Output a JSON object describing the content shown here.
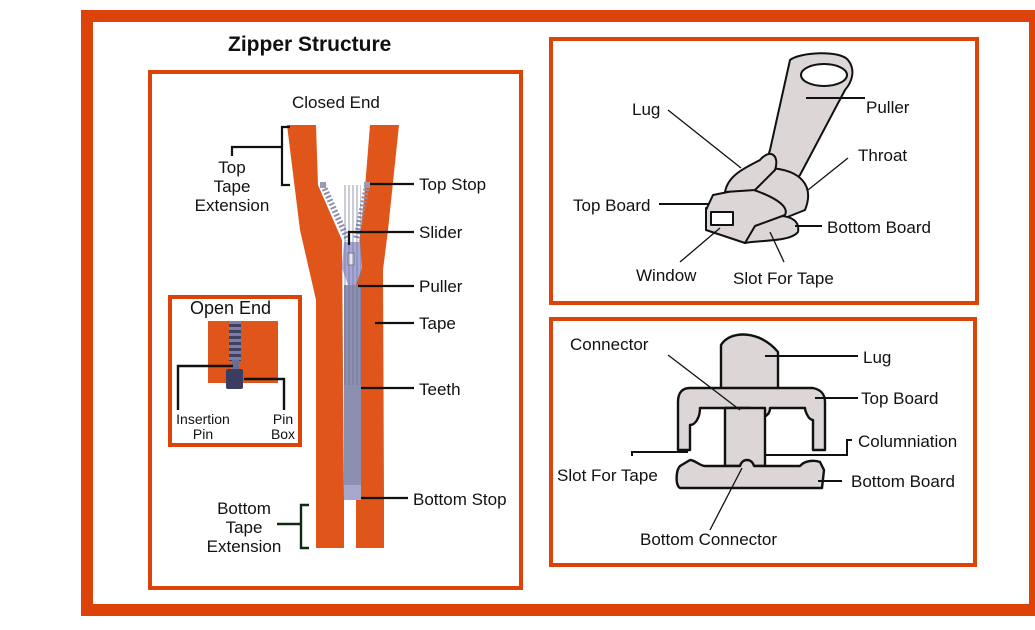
{
  "title": "Zipper Structure",
  "colors": {
    "frame": "#DD4209",
    "tape": "#E0561A",
    "teeth": "#8C90B0",
    "slider_fill": "#DCD6D6",
    "line": "#111111"
  },
  "zipper_panel": {
    "heading": "Closed End",
    "labels": {
      "top_tape_extension": [
        "Top",
        "Tape",
        "Extension"
      ],
      "top_stop": "Top Stop",
      "slider": "Slider",
      "puller": "Puller",
      "tape": "Tape",
      "teeth": "Teeth",
      "bottom_stop": "Bottom Stop",
      "bottom_tape_extension": [
        "Bottom",
        "Tape",
        "Extension"
      ]
    },
    "open_end": {
      "heading": "Open End",
      "insertion_pin": [
        "Insertion",
        "Pin"
      ],
      "pin_box": [
        "Pin",
        "Box"
      ]
    }
  },
  "slider_panel": {
    "labels": {
      "lug": "Lug",
      "puller": "Puller",
      "throat": "Throat",
      "top_board": "Top Board",
      "bottom_board": "Bottom Board",
      "window": "Window",
      "slot_for_tape": "Slot For Tape"
    }
  },
  "cross_section_panel": {
    "labels": {
      "connector": "Connector",
      "lug": "Lug",
      "top_board": "Top Board",
      "columniation": "Columniation",
      "slot_for_tape": "Slot For Tape",
      "bottom_board": "Bottom Board",
      "bottom_connector": "Bottom Connector"
    }
  }
}
